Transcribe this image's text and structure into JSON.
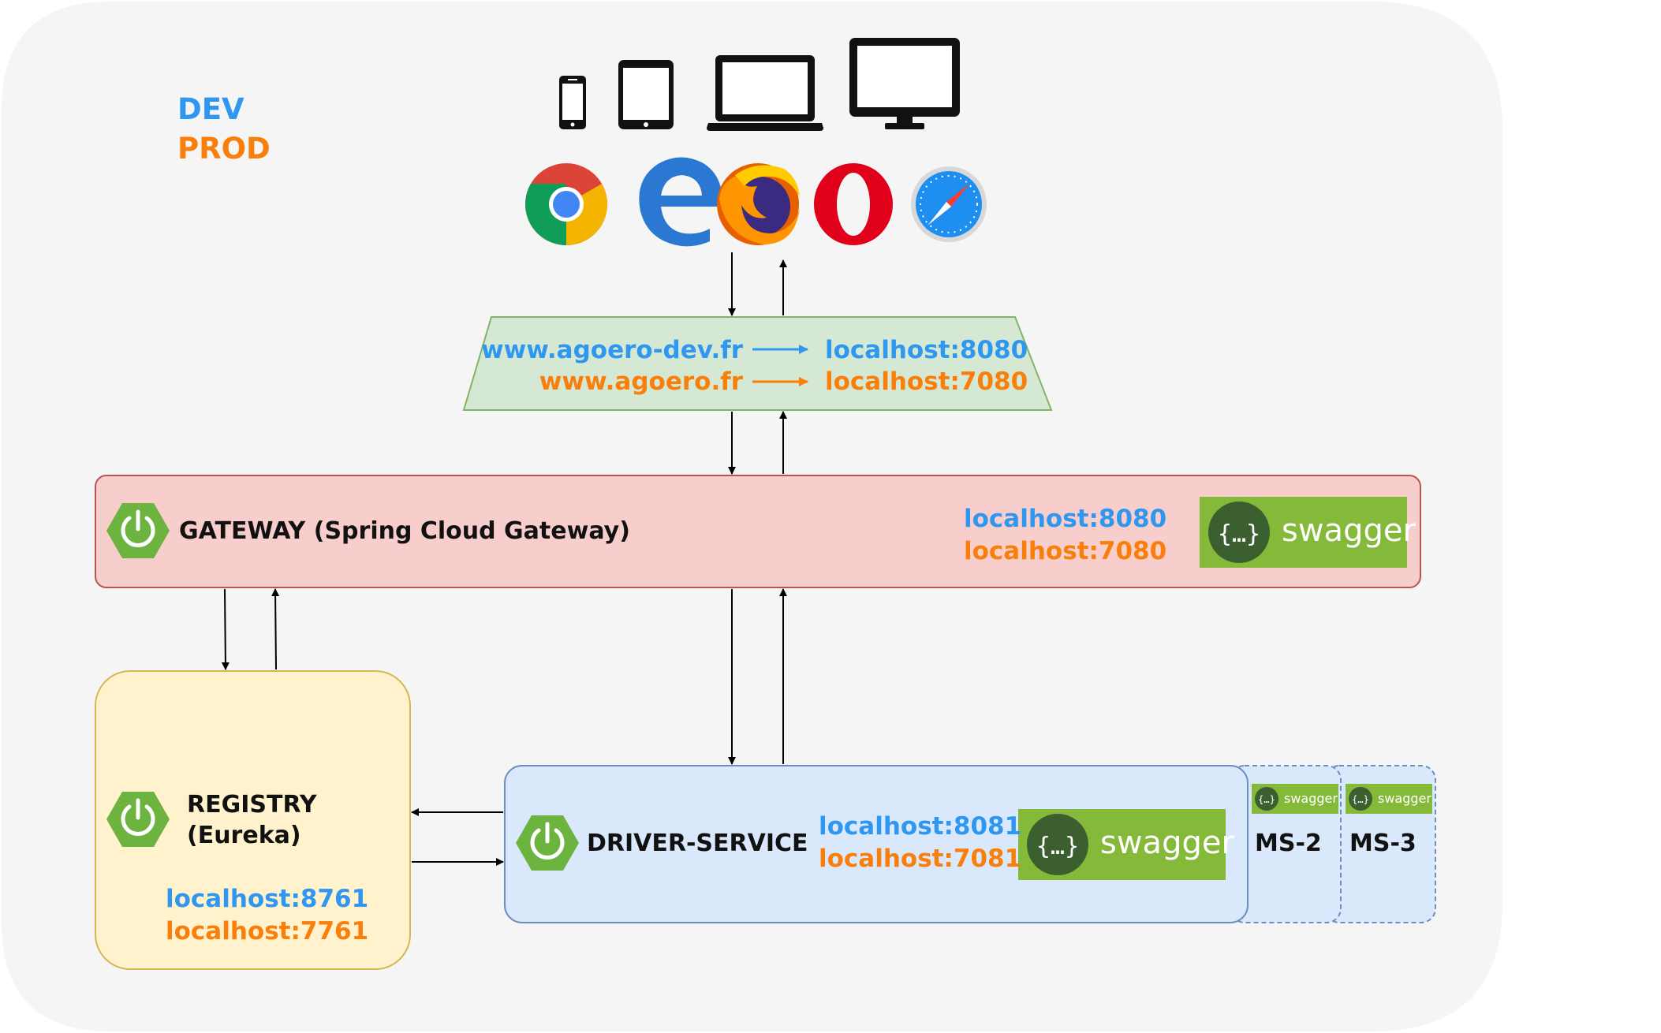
{
  "legend": {
    "dev": "DEV",
    "prod": "PROD"
  },
  "proxy": {
    "dev_domain": "www.agoero-dev.fr",
    "dev_target": "localhost:8080",
    "prod_domain": "www.agoero.fr",
    "prod_target": "localhost:7080"
  },
  "gateway": {
    "title": "GATEWAY (Spring Cloud Gateway)",
    "dev_host": "localhost:8080",
    "prod_host": "localhost:7080",
    "swagger": "swagger"
  },
  "registry": {
    "title_line1": "REGISTRY",
    "title_line2": "(Eureka)",
    "dev_host": "localhost:8761",
    "prod_host": "localhost:7761"
  },
  "driver_service": {
    "title": "DRIVER-SERVICE",
    "dev_host": "localhost:8081",
    "prod_host": "localhost:7081",
    "swagger": "swagger"
  },
  "microservices": [
    {
      "label": "MS-2",
      "swagger": "swagger"
    },
    {
      "label": "MS-3",
      "swagger": "swagger"
    }
  ],
  "icons": {
    "devices": [
      "smartphone-icon",
      "tablet-icon",
      "laptop-icon",
      "desktop-monitor-icon"
    ],
    "browsers": [
      "chrome-icon",
      "edge-icon",
      "firefox-icon",
      "opera-icon",
      "safari-icon"
    ],
    "service": "spring-boot-icon"
  },
  "colors": {
    "dev": "#2f97ef",
    "prod": "#f97f0a",
    "swagger_green": "#85b93a",
    "gateway_fill": "#f8cecc",
    "registry_fill": "#fff2cc",
    "service_fill": "#dae8fc",
    "proxy_fill": "#d5e8d4"
  }
}
